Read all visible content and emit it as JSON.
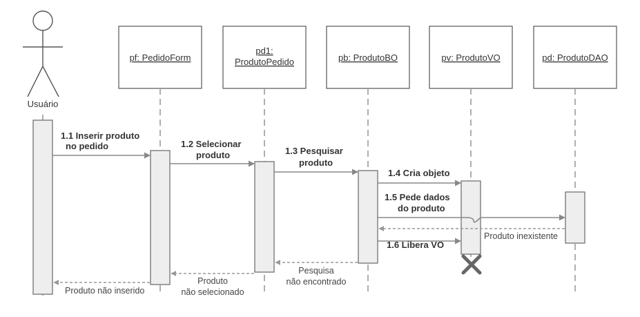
{
  "actor": {
    "label": "Usuário"
  },
  "lifelines": [
    {
      "id": "pf",
      "lines": [
        "pf: PedidoForm"
      ]
    },
    {
      "id": "pd1",
      "lines": [
        "pd1:",
        "ProdutoPedido"
      ]
    },
    {
      "id": "pb",
      "lines": [
        "pb: ProdutoBO"
      ]
    },
    {
      "id": "pv",
      "lines": [
        "pv: ProdutoVO"
      ]
    },
    {
      "id": "pd",
      "lines": [
        "pd: ProdutoDAO"
      ]
    }
  ],
  "messages": [
    {
      "lines": [
        "1.1 Inserir produto",
        "no pedido"
      ]
    },
    {
      "lines": [
        "1.2 Selecionar",
        "produto"
      ]
    },
    {
      "lines": [
        "1.3  Pesquisar",
        "produto"
      ]
    },
    {
      "lines": [
        "1.4 Cria objeto"
      ]
    },
    {
      "lines": [
        "1.5  Pede dados",
        "do produto"
      ]
    },
    {
      "lines": [
        "1.6 Libera VO"
      ]
    }
  ],
  "returns": [
    {
      "lines": [
        "Produto inexistente"
      ]
    },
    {
      "lines": [
        "Pesquisa",
        "não encontrado"
      ]
    },
    {
      "lines": [
        "Produto",
        "não selecionado"
      ]
    },
    {
      "lines": [
        "Produto não inserido"
      ]
    }
  ]
}
